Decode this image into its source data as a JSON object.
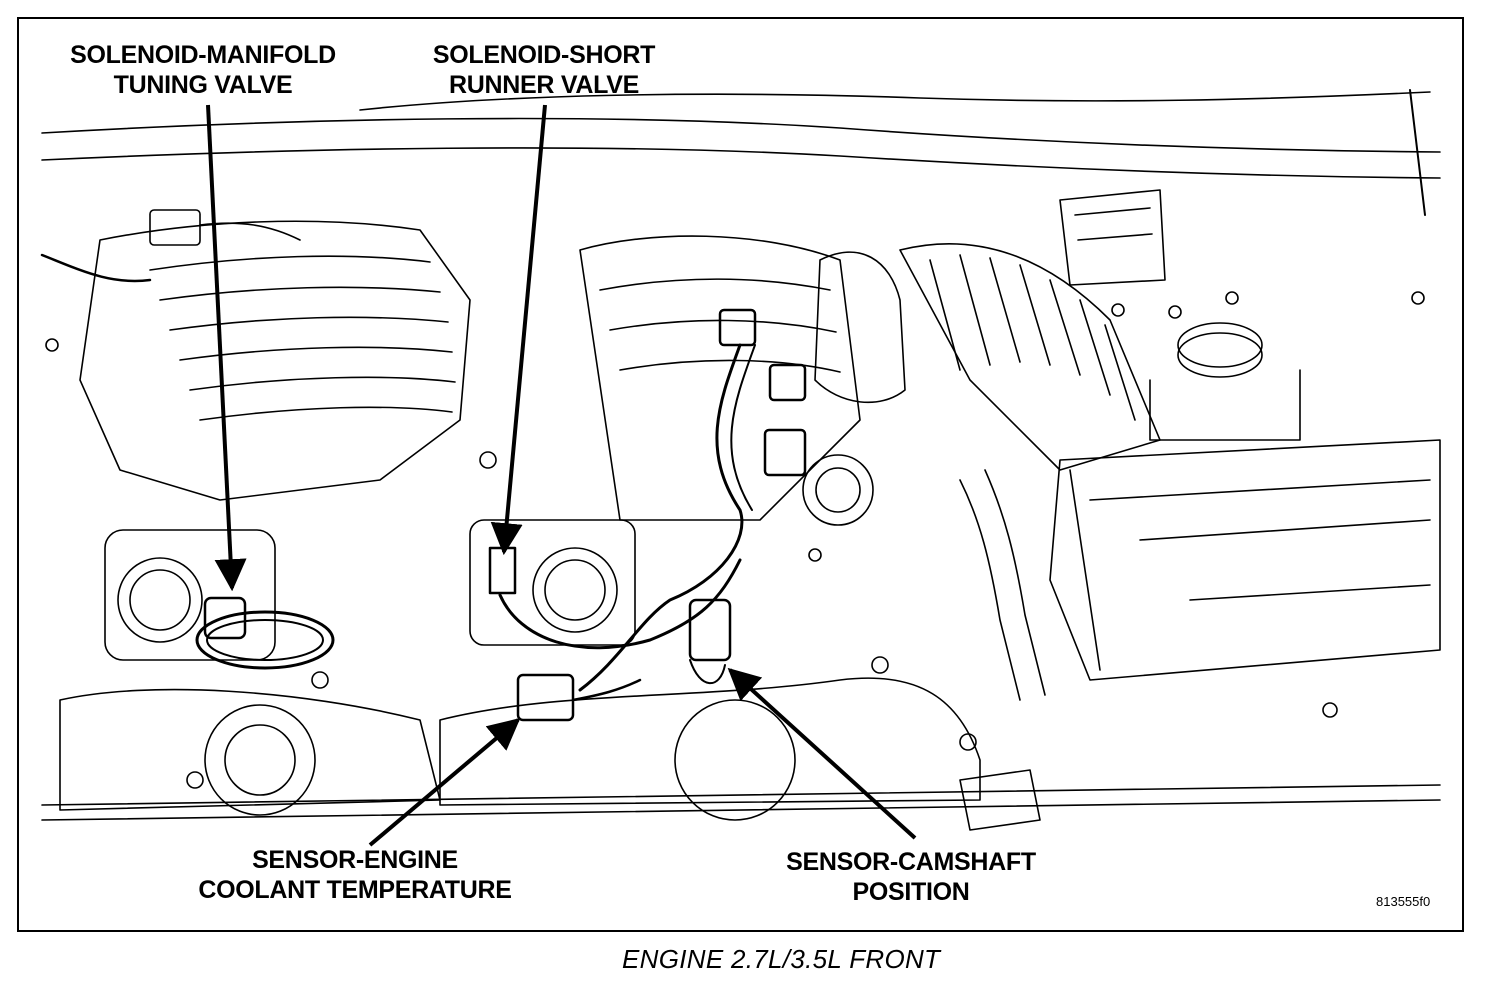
{
  "callouts": {
    "solenoid_manifold_tuning_valve": [
      "SOLENOID-MANIFOLD",
      "TUNING VALVE"
    ],
    "solenoid_short_runner_valve": [
      "SOLENOID-SHORT",
      "RUNNER VALVE"
    ],
    "sensor_engine_coolant_temperature": [
      "SENSOR-ENGINE",
      "COOLANT TEMPERATURE"
    ],
    "sensor_camshaft_position": [
      "SENSOR-CAMSHAFT",
      "POSITION"
    ]
  },
  "figure_id": "813555f0",
  "caption": "ENGINE 2.7L/3.5L FRONT"
}
